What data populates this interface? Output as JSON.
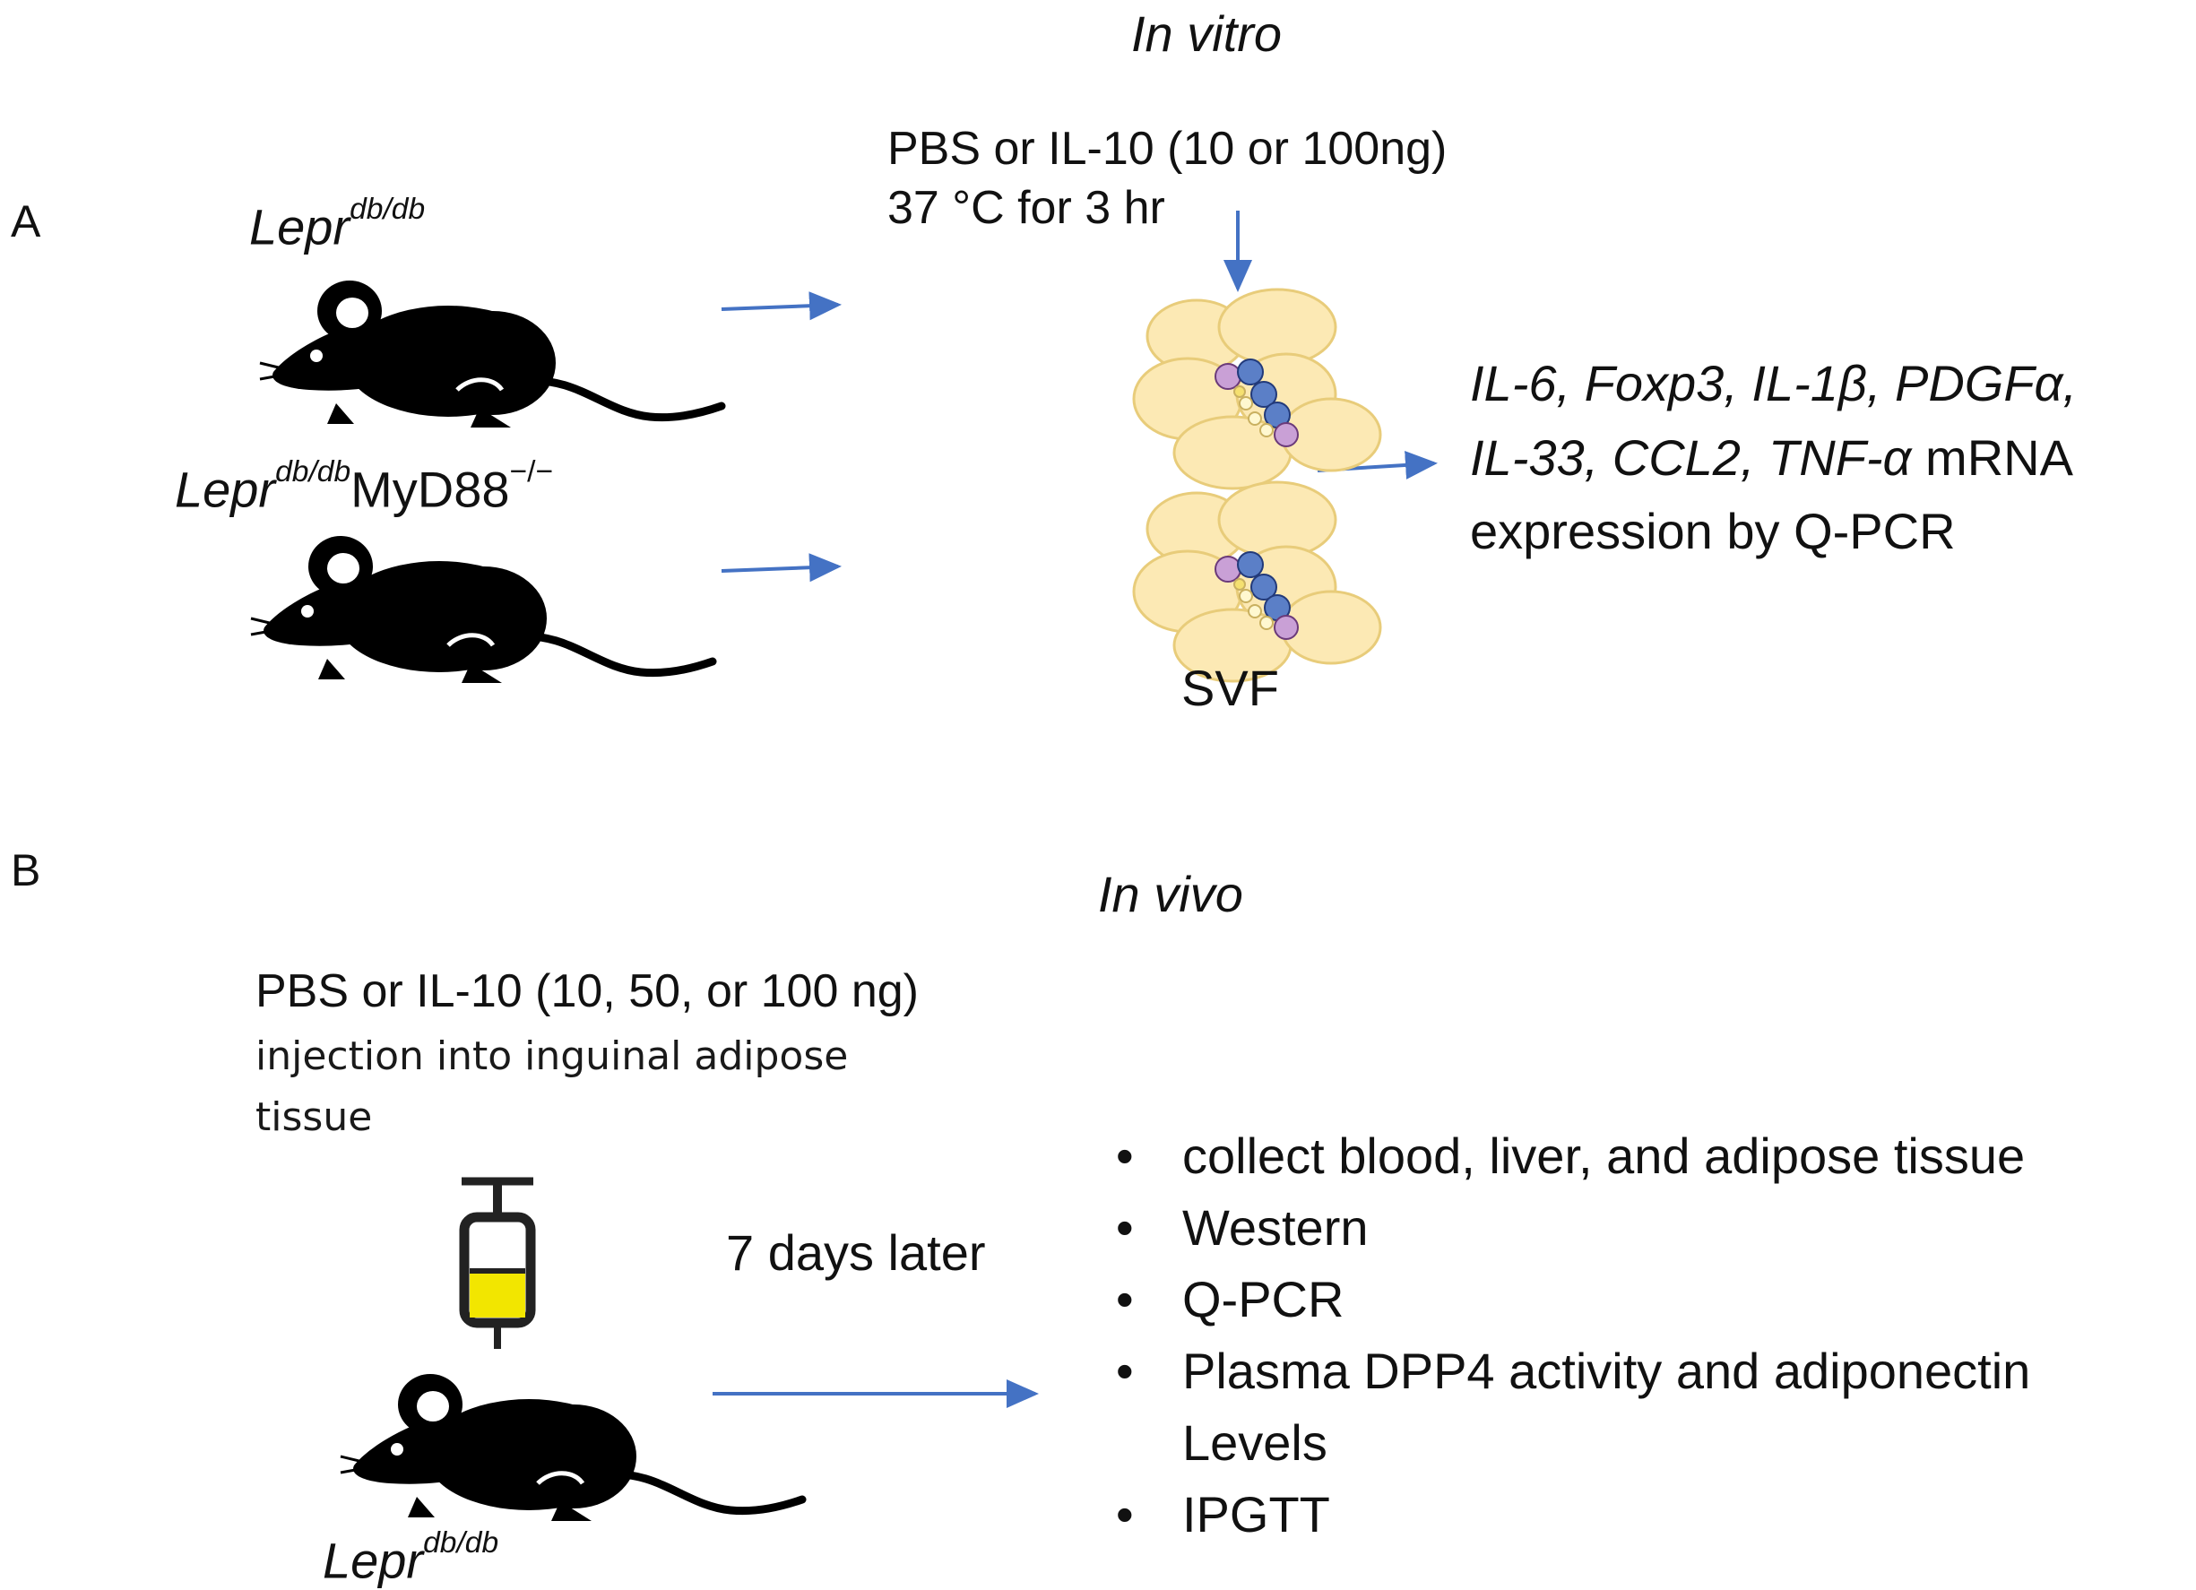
{
  "panel_a": {
    "label": "A",
    "title": "In vitro",
    "mouse1_base": "Lepr",
    "mouse1_sup": "db/db",
    "mouse2_base": "Lepr",
    "mouse2_sup": "db/db",
    "mouse2_suffix": "MyD88",
    "mouse2_suffix_sup": "−/−",
    "treatment_line1": "PBS or IL-10 (10 or 100ng)",
    "treatment_line2": "37 °C for 3 hr",
    "svf_label": "SVF",
    "readout_line1": "IL-6, Foxp3, IL-1β, PDGFα,",
    "readout_line2_italic": "IL-33, CCL2, TNF-α",
    "readout_line2_plain": " mRNA",
    "readout_line3": "expression by Q-PCR"
  },
  "panel_b": {
    "label": "B",
    "title": "In vivo",
    "treatment": "PBS or IL-10 (10, 50, or 100 ng)",
    "route_line1": "injection into inguinal adipose",
    "route_line2": "tissue",
    "delay": "7 days later",
    "mouse_base": "Lepr",
    "mouse_sup": "db/db",
    "bullet_symbol": "•",
    "readouts": [
      "collect blood, liver, and adipose tissue",
      "Western",
      "Q-PCR",
      "Plasma DPP4 activity and adiponectin",
      "Levels",
      "IPGTT"
    ],
    "bullet_flags": [
      true,
      true,
      true,
      true,
      false,
      true
    ]
  },
  "colors": {
    "arrow": "#4472c4",
    "adipocyte": "#fce9b4",
    "adipocyte_stroke": "#e8cc7a",
    "syringe_fill": "#f2e600"
  }
}
